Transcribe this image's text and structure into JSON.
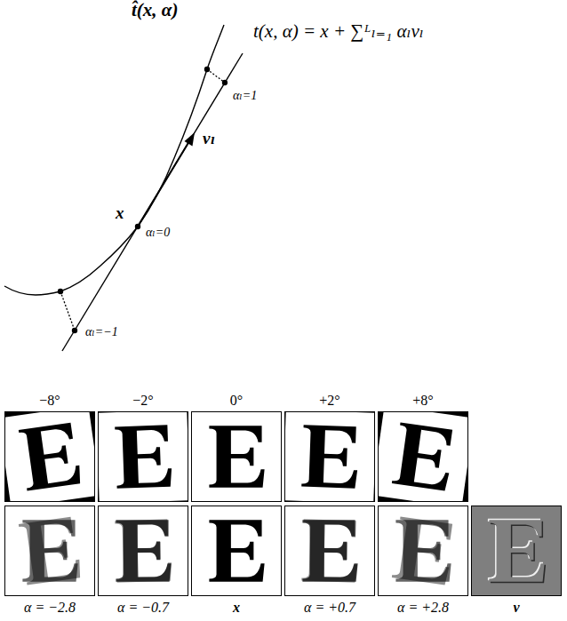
{
  "diagram": {
    "labels": [
      "t̂(x, α)",
      "t(x, α) = x + ∑ᴸₗ₌₁ αₗvₗ",
      "αₗ=1",
      "vₗ",
      "x",
      "αₗ=0",
      "αₗ=−1",
      "−8°",
      "−2°",
      "0°",
      "+2°",
      "+8°",
      "α = −2.8",
      "α = −0.7",
      "x",
      "α = +0.7",
      "α = +2.8",
      "v"
    ]
  }
}
